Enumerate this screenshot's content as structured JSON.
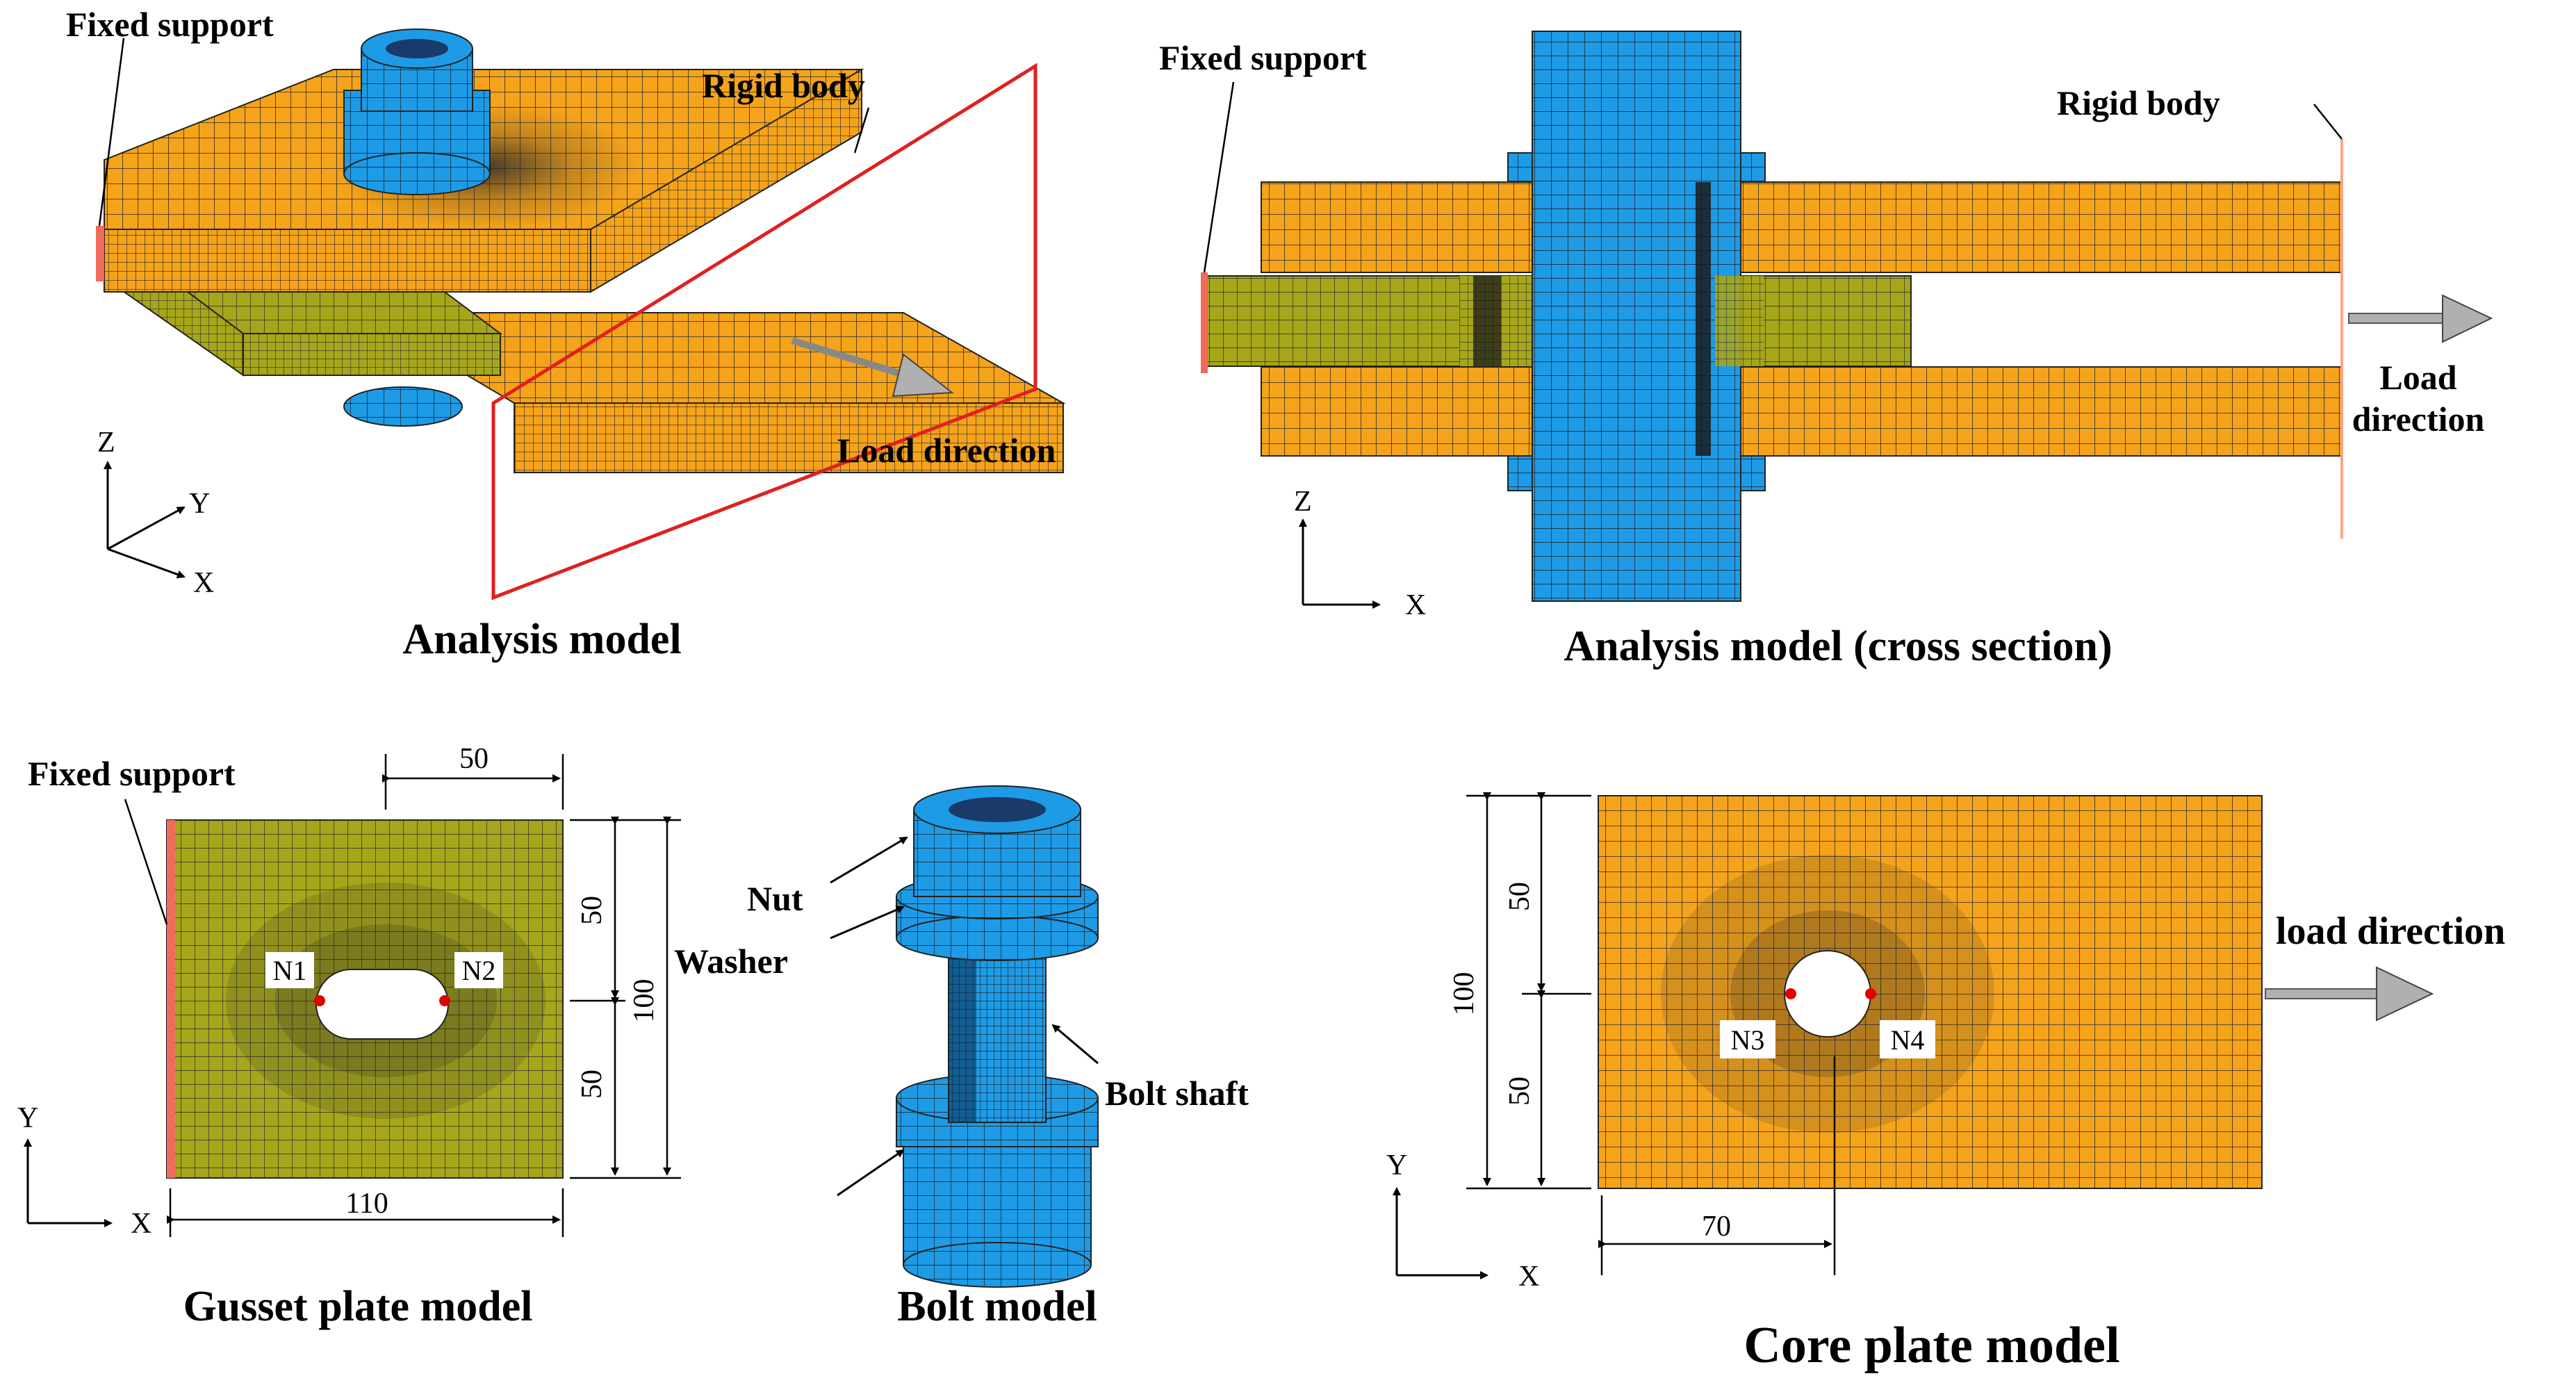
{
  "colors": {
    "plate": "#F5A31A",
    "gusset": "#A6A61A",
    "bolt": "#1E9BE6",
    "mesh": "#222222",
    "support": "#F26A5A",
    "rigid": "#E02020",
    "arrow": "#B0B0B0",
    "node": "#E00000"
  },
  "panel_analysis": {
    "fixed_support": "Fixed support",
    "rigid_body": "Rigid body",
    "load_direction": "Load direction",
    "axis_z": "Z",
    "axis_y": "Y",
    "axis_x": "X",
    "caption": "Analysis model"
  },
  "panel_cross": {
    "fixed_support": "Fixed support",
    "rigid_body": "Rigid body",
    "load_line1": "Load",
    "load_line2": "direction",
    "axis_z": "Z",
    "axis_x": "X",
    "caption": "Analysis model (cross section)"
  },
  "panel_gusset": {
    "fixed_support": "Fixed support",
    "dim_top": "50",
    "dim_upper": "50",
    "dim_lower": "50",
    "dim_height": "100",
    "dim_width": "110",
    "node_left": "N1",
    "node_right": "N2",
    "axis_y": "Y",
    "axis_x": "X",
    "caption": "Gusset plate model"
  },
  "panel_bolt": {
    "nut": "Nut",
    "washer": "Washer",
    "shaft": "Bolt shaft",
    "caption": "Bolt model"
  },
  "panel_core": {
    "load_direction": "load direction",
    "dim_upper": "50",
    "dim_lower": "50",
    "dim_height": "100",
    "dim_width": "70",
    "node_left": "N3",
    "node_right": "N4",
    "axis_y": "Y",
    "axis_x": "X",
    "caption": "Core plate model"
  }
}
